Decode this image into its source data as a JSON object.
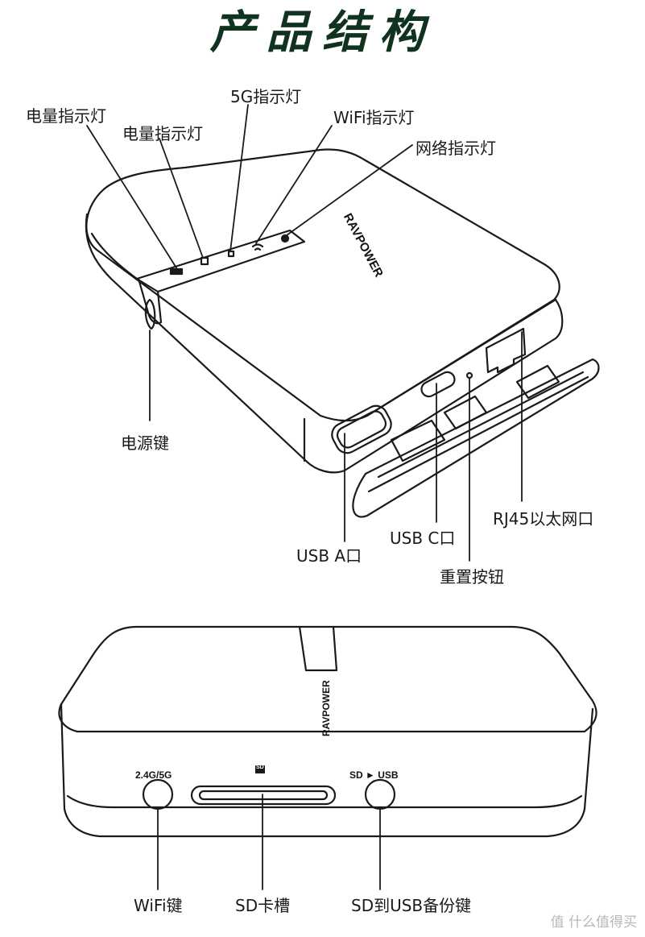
{
  "title": "产品结构",
  "top_labels": {
    "battery1": "电量指示灯",
    "battery2": "电量指示灯",
    "led5g": "5G指示灯",
    "wifi_led": "WiFi指示灯",
    "net_led": "网络指示灯",
    "power": "电源键",
    "usb_a": "USB A口",
    "usb_c": "USB C口",
    "reset": "重置按钮",
    "rj45": "RJ45以太网口"
  },
  "bottom_labels": {
    "wifi_key": "WiFi键",
    "sd_slot": "SD卡槽",
    "backup_key": "SD到USB备份键"
  },
  "device_text": {
    "brand_top": "RAVPOWER",
    "brand_bottom": "RAVPOWER",
    "band": "2.4G/5G",
    "sd_icon": "SD",
    "sd_usb": "SD ► USB"
  },
  "watermark": "值 什么值得买"
}
